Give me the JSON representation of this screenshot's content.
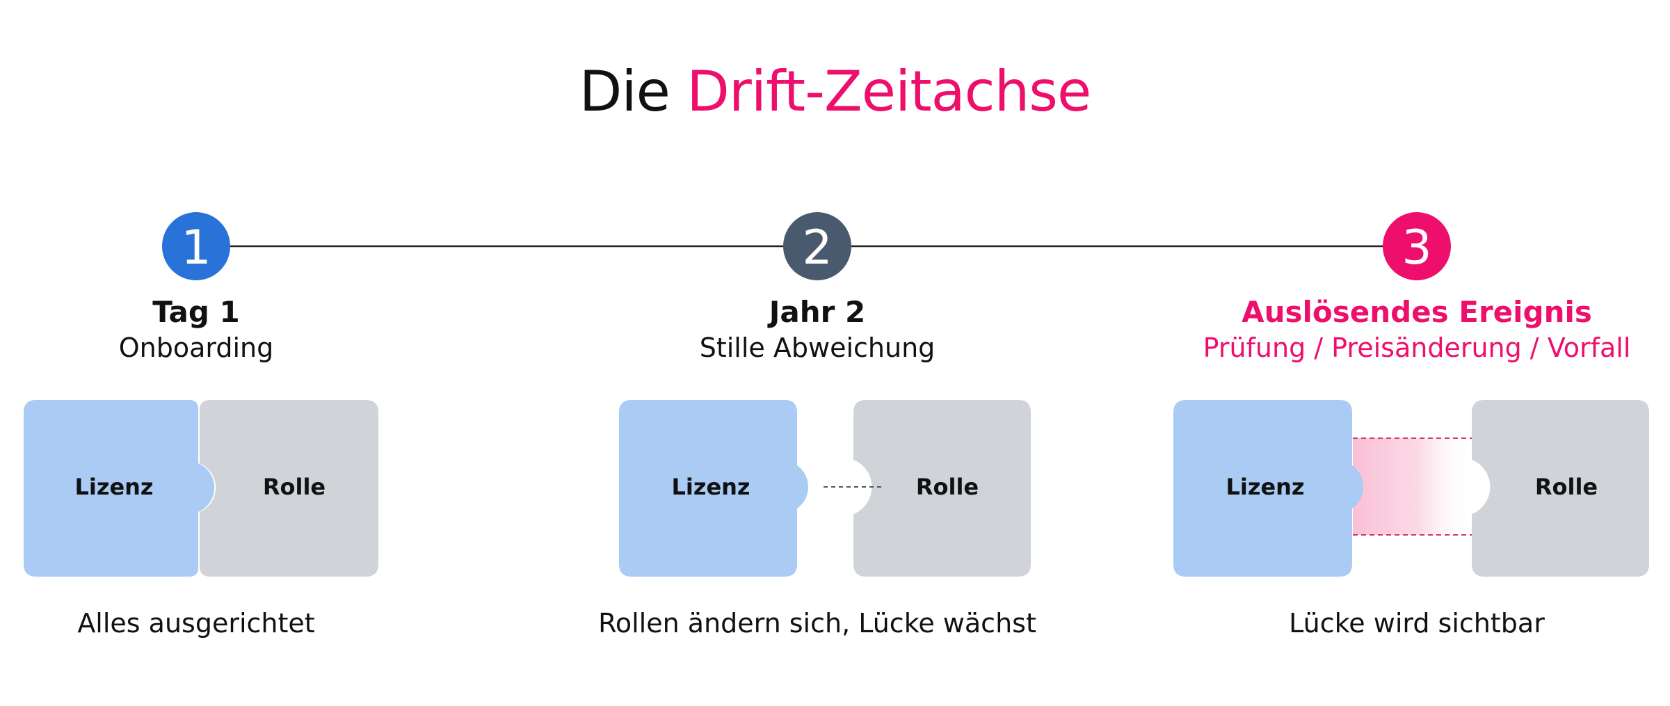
{
  "title": {
    "part1": "Die",
    "part2": "Drift-Zeitachse"
  },
  "colors": {
    "accent": "#ee0e6b",
    "step1": "#2872d8",
    "step2": "#4a5a6e",
    "step3": "#ee0e6b",
    "license_piece": "#a9cbf4",
    "role_piece": "#d0d4d8"
  },
  "steps": [
    {
      "number": "1",
      "heading": "Tag 1",
      "subheading": "Onboarding",
      "license_label": "Lizenz",
      "role_label": "Rolle",
      "caption": "Alles ausgerichtet"
    },
    {
      "number": "2",
      "heading": "Jahr 2",
      "subheading": "Stille Abweichung",
      "license_label": "Lizenz",
      "role_label": "Rolle",
      "caption": "Rollen ändern sich, Lücke wächst"
    },
    {
      "number": "3",
      "heading": "Auslösendes Ereignis",
      "subheading": "Prüfung / Preisänderung / Vorfall",
      "license_label": "Lizenz",
      "role_label": "Rolle",
      "caption": "Lücke wird sichtbar"
    }
  ]
}
